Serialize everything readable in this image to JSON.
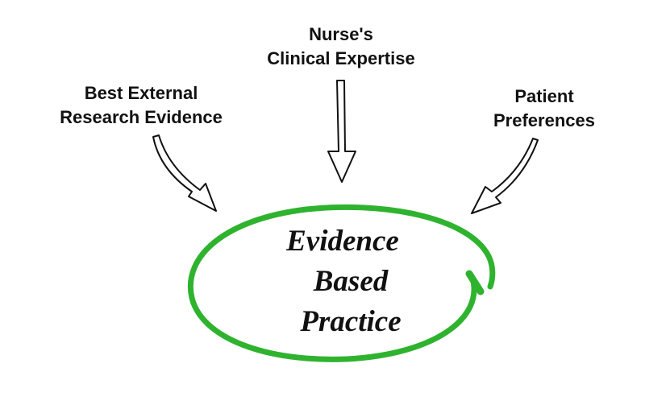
{
  "inputs": {
    "top": {
      "line1": "Nurse's",
      "line2": "Clinical Expertise"
    },
    "left": {
      "line1": "Best External",
      "line2": "Research Evidence"
    },
    "right": {
      "line1": "Patient",
      "line2": "Preferences"
    }
  },
  "center": {
    "line1": "Evidence",
    "line2": "Based",
    "line3": "Practice"
  },
  "colors": {
    "ellipse": "#2fb32f",
    "text": "#111111",
    "arrow_stroke": "#111111",
    "background": "#ffffff"
  }
}
